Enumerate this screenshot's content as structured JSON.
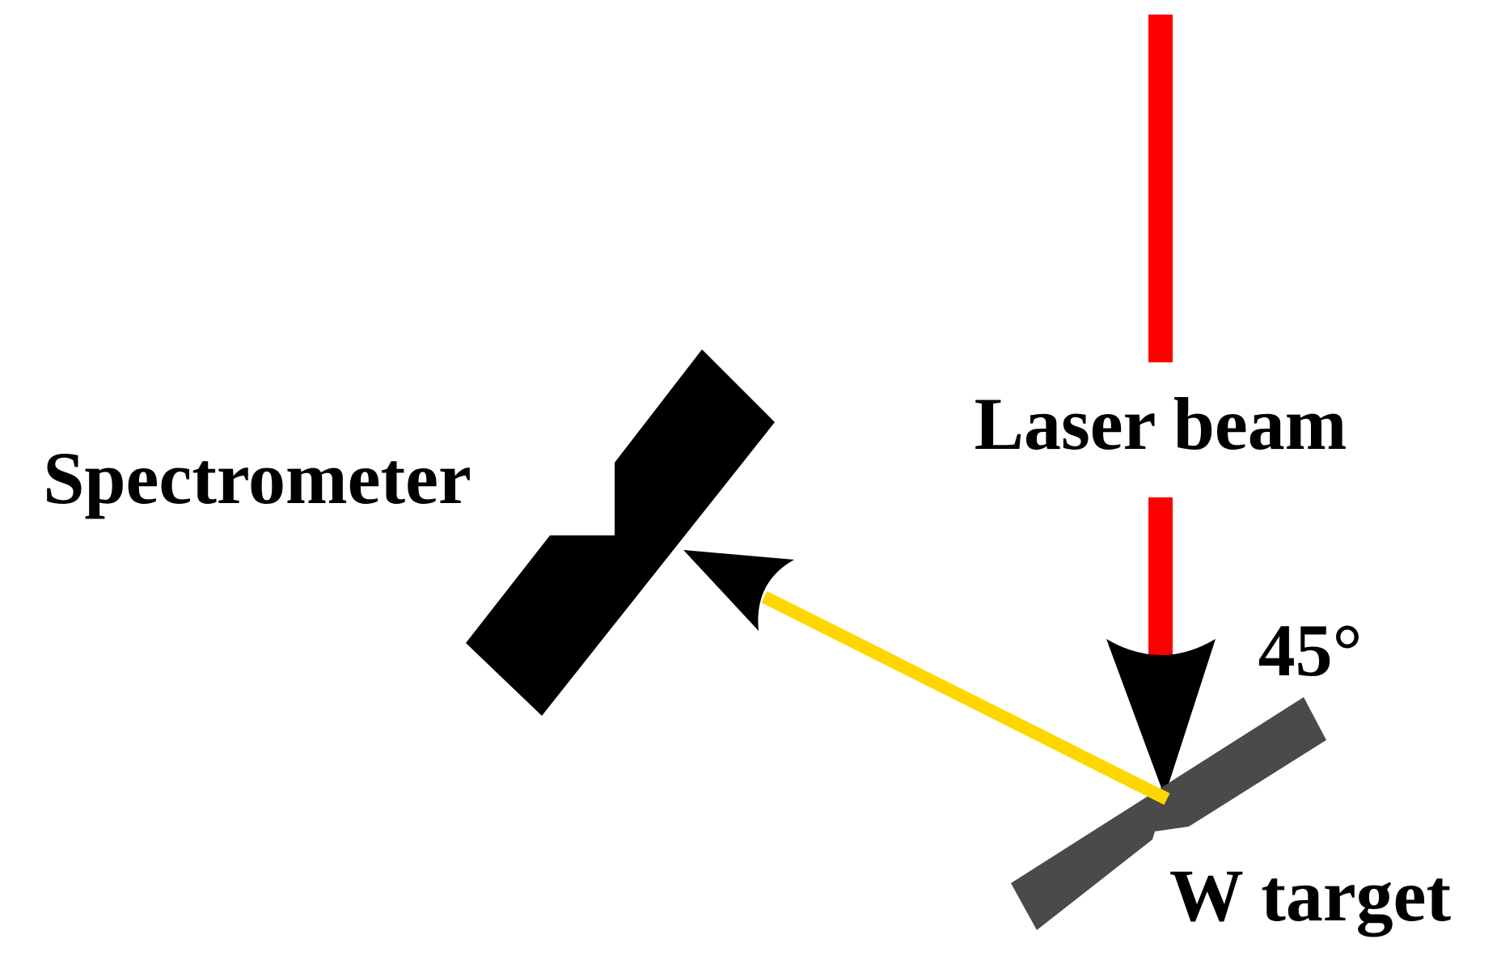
{
  "labels": {
    "laser_beam": "Laser beam",
    "spectrometer": "Spectrometer",
    "angle": "45°",
    "target": "W target"
  },
  "colors": {
    "laser": "#ff0000",
    "emission": "#ffd700",
    "spectrometer": "#000000",
    "target": "#4a4a4a",
    "arrowhead": "#000000"
  },
  "icons": {
    "spectrometer": "spectrometer-icon",
    "target": "w-target-icon"
  }
}
